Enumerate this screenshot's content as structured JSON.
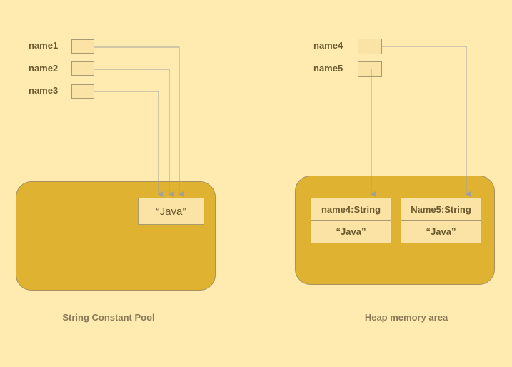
{
  "pool": {
    "refs": [
      {
        "label": "name1"
      },
      {
        "label": "name2"
      },
      {
        "label": "name3"
      }
    ],
    "literal": "“Java”",
    "caption": "String Constant Pool"
  },
  "heap": {
    "refs": [
      {
        "label": "name4"
      },
      {
        "label": "name5"
      }
    ],
    "objects": [
      {
        "header": "name4:String",
        "value": "“Java”"
      },
      {
        "header": "Name5:String",
        "value": "“Java”"
      }
    ],
    "caption": "Heap memory area"
  },
  "colors": {
    "background": "#FFEBB0",
    "region_fill": "#DFB232",
    "box_fill": "#FBE3A5",
    "arrow": "#A0A0A0",
    "text": "#6B5A2E"
  }
}
